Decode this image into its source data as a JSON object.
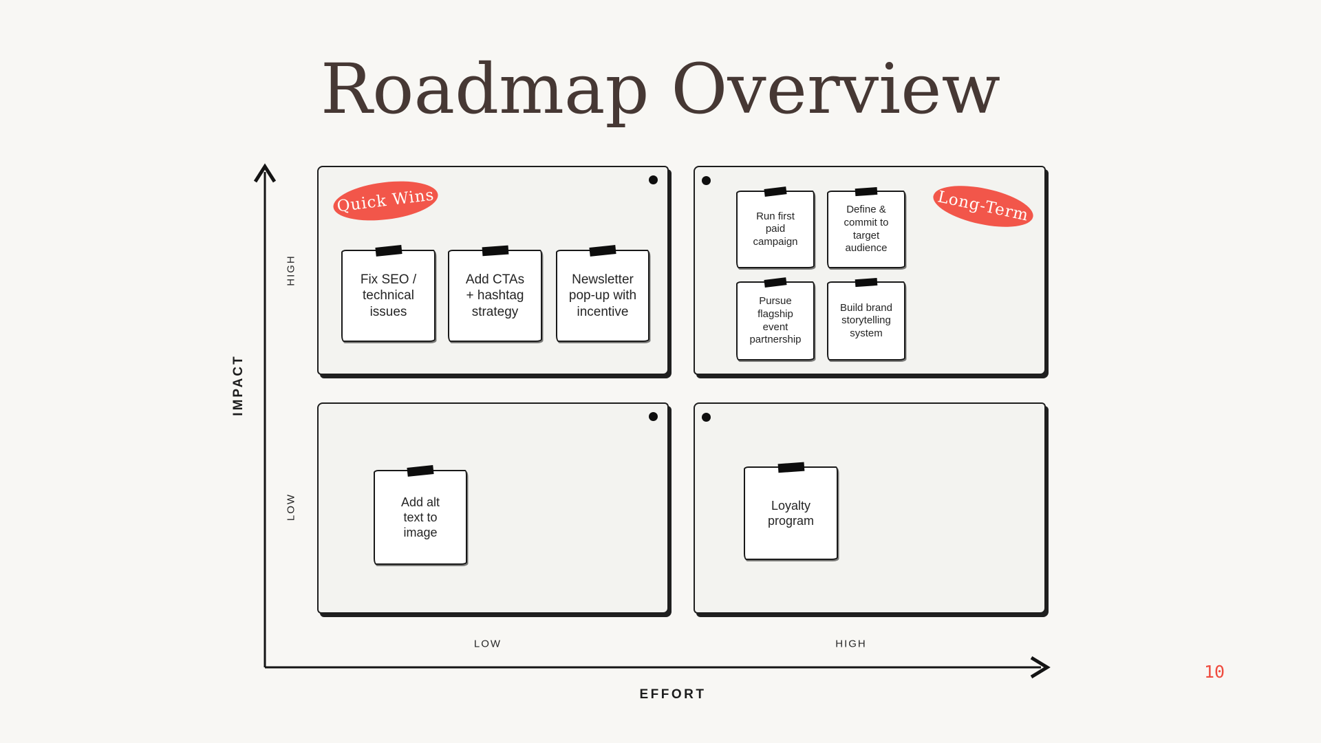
{
  "title": "Roadmap Overview",
  "page_number": "10",
  "colors": {
    "accent_coral": "#f2564a",
    "page_number_red": "#ef4b3e",
    "ink": "#1d1d1d",
    "title_brown": "#463834",
    "page_background": "#f8f7f4",
    "panel_background": "#f3f3f0",
    "note_background": "#ffffff"
  },
  "axes": {
    "y_label": "IMPACT",
    "x_label": "EFFORT",
    "y_ticks": [
      "HIGH",
      "LOW"
    ],
    "x_ticks": [
      "LOW",
      "HIGH"
    ]
  },
  "quadrants": {
    "quick_wins": {
      "badge": "Quick Wins",
      "position": "high-impact-low-effort",
      "notes": [
        "Fix SEO /\ntechnical\nissues",
        "Add CTAs\n+ hashtag\nstrategy",
        "Newsletter\npop-up with\nincentive"
      ]
    },
    "long_term": {
      "badge": "Long-Term",
      "position": "high-impact-high-effort",
      "notes": [
        "Run first\npaid\ncampaign",
        "Define &\ncommit to\ntarget\naudience",
        "Pursue\nflagship\nevent\npartnership",
        "Build brand\nstorytelling\nsystem"
      ]
    },
    "low_impact_low_effort": {
      "badge": null,
      "position": "low-impact-low-effort",
      "notes": [
        "Add alt\ntext to\nimage"
      ]
    },
    "low_impact_high_effort": {
      "badge": null,
      "position": "low-impact-high-effort",
      "notes": [
        "Loyalty\nprogram"
      ]
    }
  }
}
